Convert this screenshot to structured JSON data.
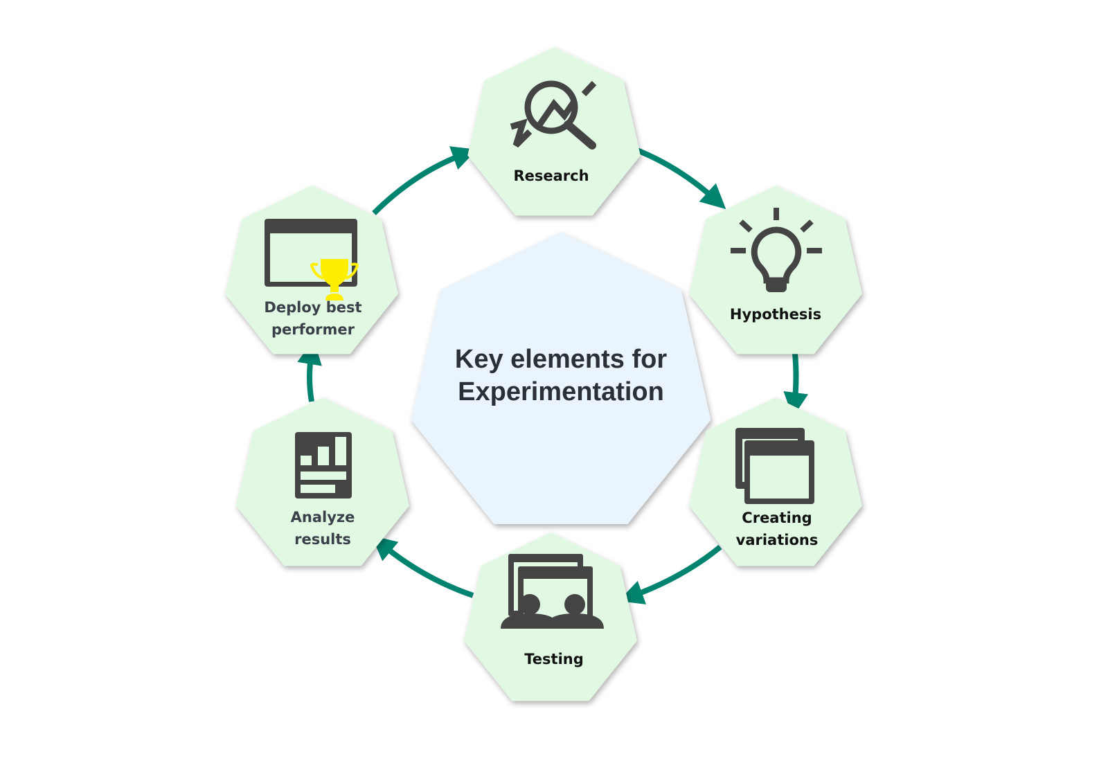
{
  "title": {
    "line1": "Key elements for",
    "line2": "Experimentation"
  },
  "colors": {
    "node_fill": "#e1f8e3",
    "center_fill": "#eaf4fd",
    "arrow": "#00836f",
    "icon": "#444444",
    "trophy": "#ffee00"
  },
  "steps": [
    {
      "icon": "research-icon",
      "lines": [
        "Research"
      ]
    },
    {
      "icon": "lightbulb-icon",
      "lines": [
        "Hypothesis"
      ]
    },
    {
      "icon": "windows-icon",
      "lines": [
        "Creating",
        "variations"
      ]
    },
    {
      "icon": "testing-users-icon",
      "lines": [
        "Testing"
      ]
    },
    {
      "icon": "report-chart-icon",
      "lines": [
        "Analyze",
        "results"
      ]
    },
    {
      "icon": "window-trophy-icon",
      "lines": [
        "Deploy best",
        "performer"
      ]
    }
  ]
}
